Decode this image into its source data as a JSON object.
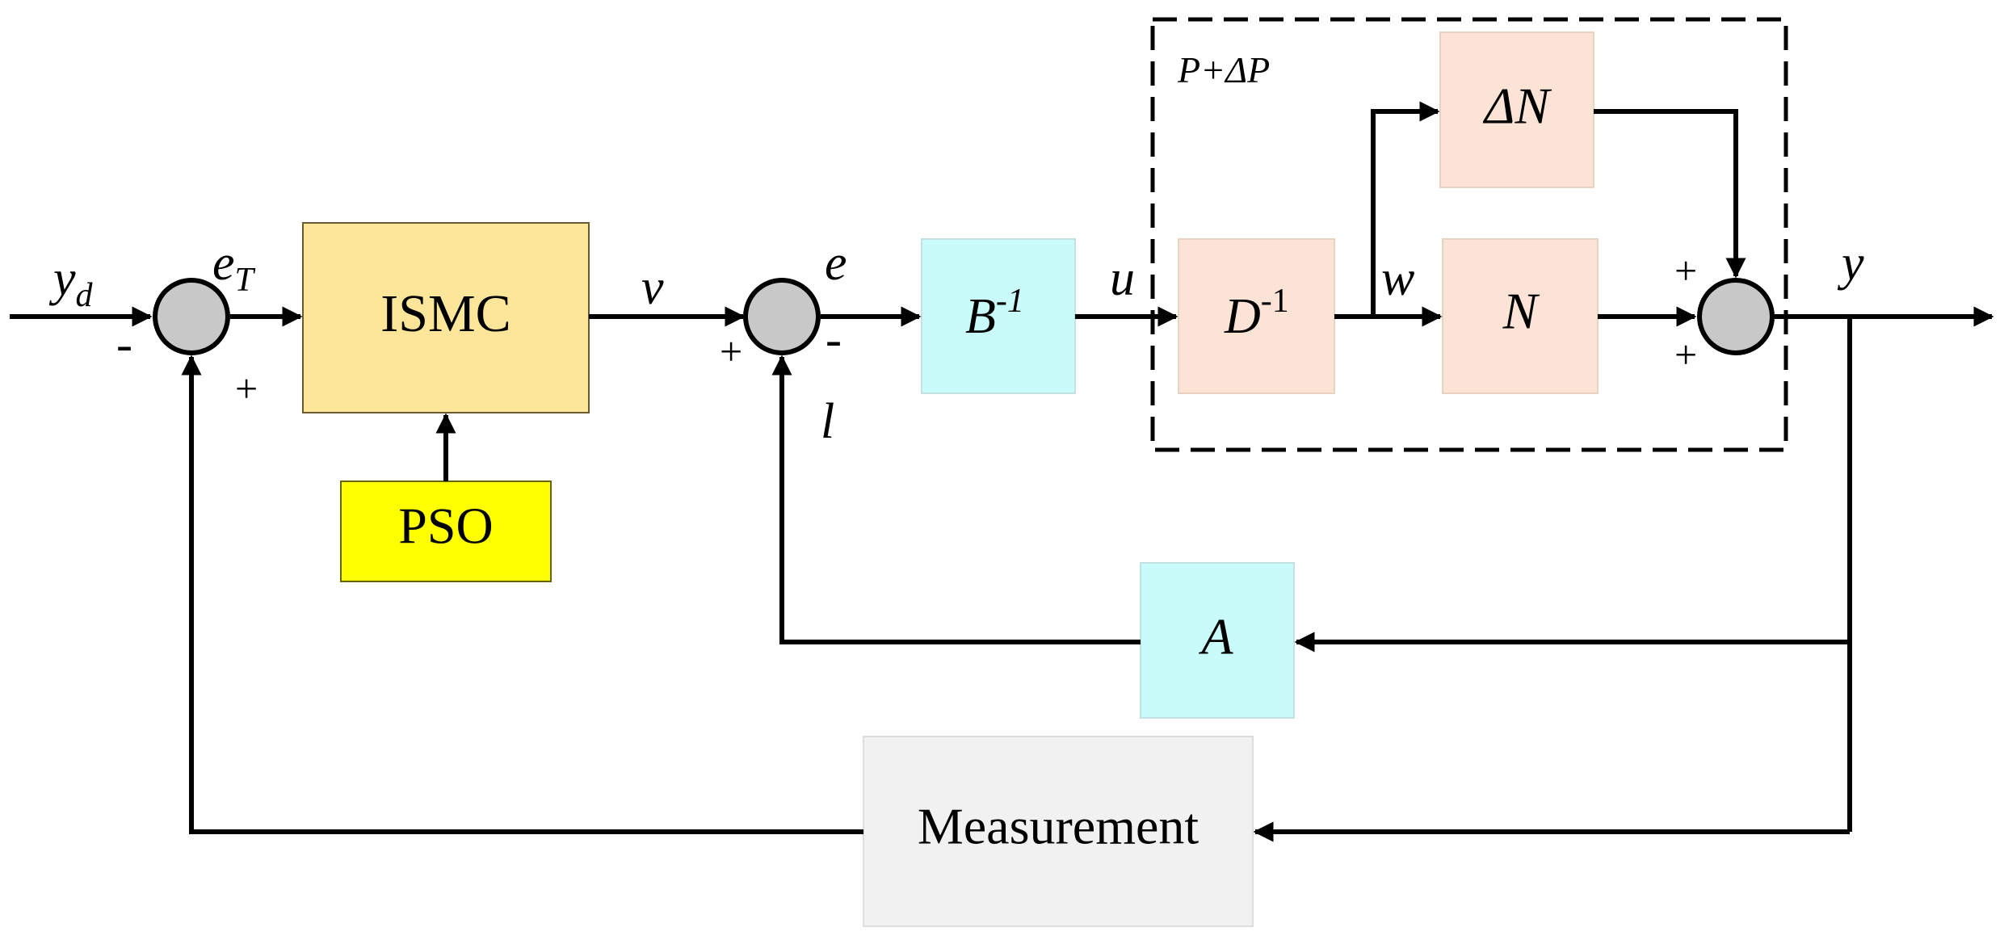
{
  "colors": {
    "ismc_fill": "#fde59a",
    "ismc_stroke": "#5a4a20",
    "pso_fill": "#ffff00",
    "pso_stroke": "#6b6b00",
    "cyan_fill": "#c9fbfb",
    "peach_fill": "#fbe4d5",
    "grey_fill": "#f1f1f1",
    "sum_fill": "#c8c8c8"
  },
  "blocks": {
    "ismc": "ISMC",
    "pso": "PSO",
    "b_inv": {
      "base": "B",
      "sup": "-1"
    },
    "d_inv": {
      "base": "D",
      "sup": "-1"
    },
    "n": "N",
    "delta_n": "ΔN",
    "a": "A",
    "measurement": "Measurement"
  },
  "signals": {
    "yd": {
      "base": "y",
      "sub": "d"
    },
    "et": {
      "base": "e",
      "sub": "T"
    },
    "v": "v",
    "e": "e",
    "u": "u",
    "w": "w",
    "y": "y",
    "l": "l"
  },
  "uncertain_plant_label": "P+ΔP",
  "signs": {
    "sum1_minus": "-",
    "sum1_plus": "+",
    "sum2_plus": "+",
    "sum2_minus": "-",
    "sum3_plus_top": "+",
    "sum3_plus_bottom": "+"
  }
}
